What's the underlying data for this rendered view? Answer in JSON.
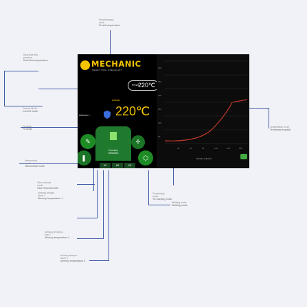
{
  "callouts": {
    "preset_temperature": {
      "title": "Preset temper-\nature",
      "sub": "Preset temperature"
    },
    "realtime_temperature": {
      "title": "Real-time tem-\nperature",
      "sub": "Real-time temperature"
    },
    "current_mode": {
      "title": "Current Mode",
      "sub": "Current mode"
    },
    "fit_mode": {
      "title": "Fit mode",
      "sub": "Fit mode"
    },
    "hierarchical_mode": {
      "title": "Hierarchical\nmode",
      "sub": "Hierarchical mode"
    },
    "glue_removal_mode": {
      "title": "Glue removal\nmode",
      "sub": "Glue removal mode"
    },
    "memory_temperature_1": {
      "title": "Memory temper-\nature 1",
      "sub": "Memory temperature 1"
    },
    "memory_temperature_2": {
      "title": "Memory tempera-\nture 2",
      "sub": "Memory temperature 2"
    },
    "memory_temperature_3": {
      "title": "Memory temper-\nature 3",
      "sub": "Memory temperature 3"
    },
    "tin_planting_mode": {
      "title": "Tin planting\nmode",
      "sub": "Tin planting mode"
    },
    "welding_mode": {
      "title": "Welding mode",
      "sub": "Welding mode"
    },
    "temperature_curve": {
      "title": "Temperature curve",
      "sub": "Temperature graph"
    }
  },
  "screen": {
    "brand": "MECHANIC",
    "brand_tagline": "SMART TOOL SPECIALIST",
    "preset_label": "Preset",
    "preset_value": "220℃",
    "actual_label": "Actual",
    "actual_value": "220℃",
    "mode_hint": "Adhesion ...",
    "function_label": "Function\nSelection",
    "memory_buttons": [
      "M1",
      "M2",
      "M3"
    ],
    "graph_y_ticks": [
      "300",
      "250",
      "200",
      "150",
      "100",
      "50"
    ],
    "graph_x_ticks": [
      "30",
      "60",
      "90",
      "120",
      "150",
      "180"
    ],
    "graph_hint": "Module selection"
  },
  "colors": {
    "accent_yellow": "#f5c400",
    "button_green": "#1d8c25",
    "line_blue": "#3f5aa6",
    "curve_red": "#c0392b"
  }
}
